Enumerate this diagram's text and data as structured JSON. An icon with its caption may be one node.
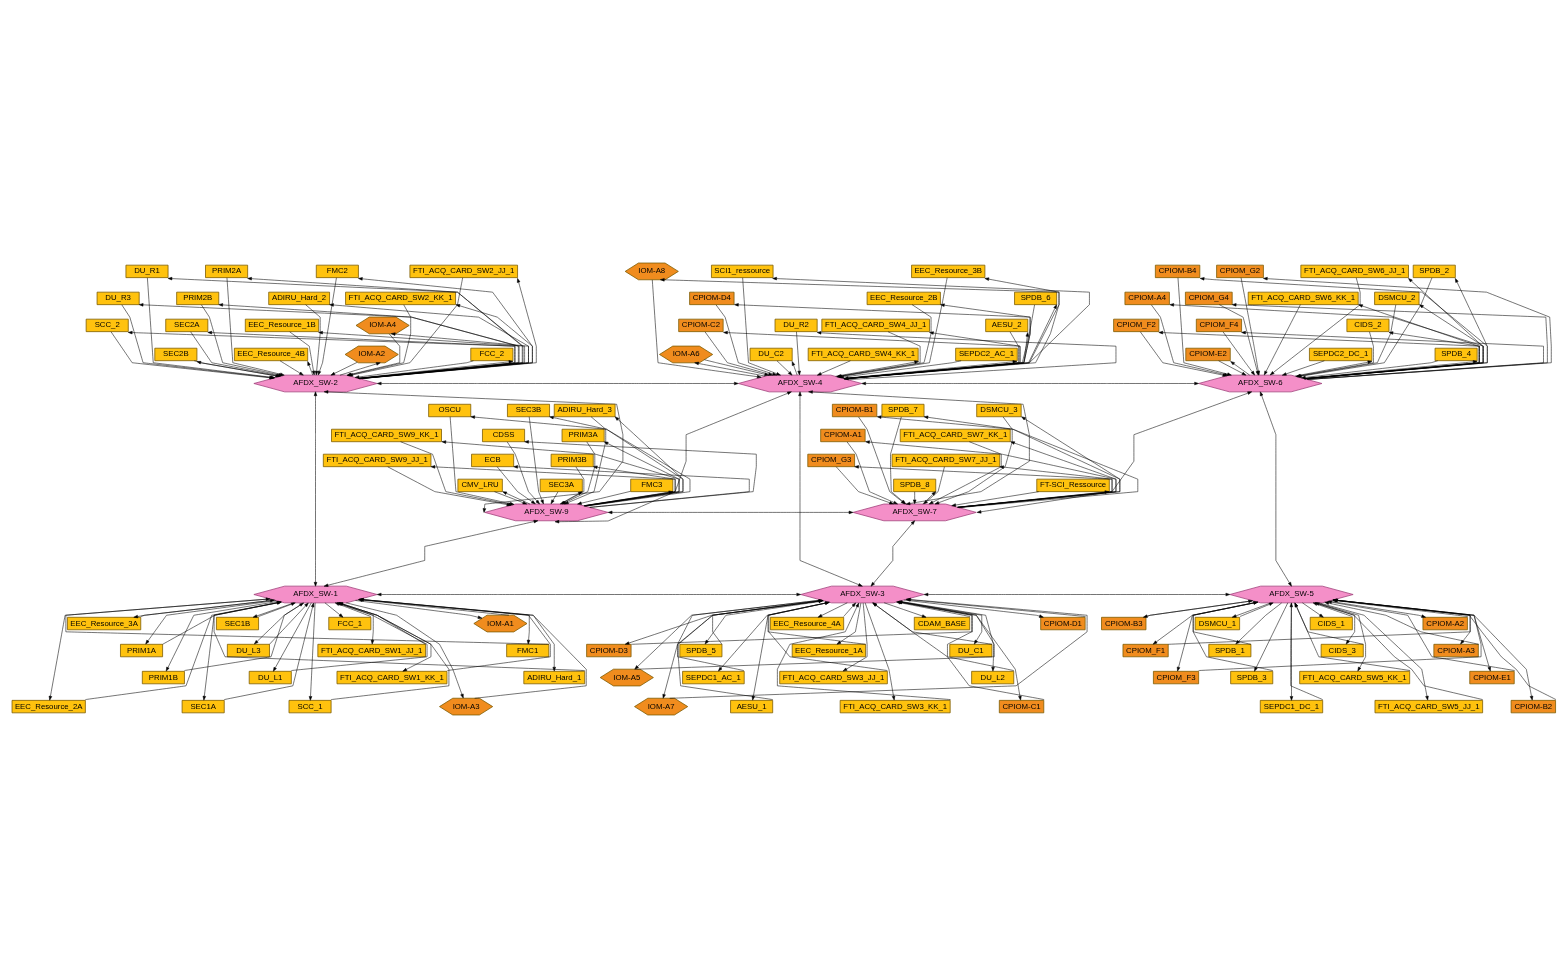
{
  "diagram": {
    "nodes": [
      {
        "text": [
          "SEC2B"
        ]
      },
      {
        "text": [
          "SEC2A"
        ]
      },
      {
        "text": [
          "PRIM2B"
        ]
      },
      {
        "text": [
          "PRIM2A"
        ]
      },
      {
        "text": [
          "EEC_Resource_4B"
        ]
      },
      {
        "text": [
          "EEC_Resource_1B"
        ]
      },
      {
        "text": [
          "ADIRU_Hard_2"
        ]
      },
      {
        "text": [
          "FMC2"
        ]
      },
      {
        "text": [
          "IOM-A2"
        ]
      },
      {
        "text": [
          "IOM-A4"
        ]
      },
      {
        "text": [
          "FTI_ACQ_CARD_SW2_KK_1"
        ]
      },
      {
        "text": [
          "FTI_ACQ_CARD_SW2_JJ_1"
        ]
      },
      {
        "text": [
          "FCC_2"
        ]
      },
      {
        "text": [
          "SCC_2"
        ]
      },
      {
        "text": [
          "DU_R3"
        ]
      },
      {
        "text": [
          "DU_R1"
        ]
      },
      {
        "text": [
          "FTI_ACQ_CARD_SW4_KK_1"
        ]
      },
      {
        "text": [
          "FTI_ACQ_CARD_SW4_JJ_1"
        ]
      },
      {
        "text": [
          "EEC_Resource_2B"
        ]
      },
      {
        "text": [
          "EEC_Resource_3B"
        ]
      },
      {
        "text": [
          "SEPDC2_AC_1"
        ]
      },
      {
        "text": [
          "AESU_2"
        ]
      },
      {
        "text": [
          "SPDB_6"
        ]
      },
      {
        "text": [
          "IOM-A8"
        ]
      },
      {
        "text": [
          "IOM-A6"
        ]
      },
      {
        "text": [
          "CPIOM-C2"
        ]
      },
      {
        "text": [
          "CPIOM-D4"
        ]
      },
      {
        "text": [
          "SCI1_ressource"
        ]
      },
      {
        "text": [
          "DU_C2"
        ]
      },
      {
        "text": [
          "DU_R2"
        ]
      },
      {
        "text": [
          "FTI_ACQ_CARD_SW6_KK_1"
        ]
      },
      {
        "text": [
          "FTI_ACQ_CARD_SW6_JJ_1"
        ]
      },
      {
        "text": [
          "SEPDC2_DC_1"
        ]
      },
      {
        "text": [
          "CIDS_2"
        ]
      },
      {
        "text": [
          "DSMCU_2"
        ]
      },
      {
        "text": [
          "SPDB_2"
        ]
      },
      {
        "text": [
          "SPDB_4"
        ]
      },
      {
        "text": [
          "CPIOM_F2"
        ]
      },
      {
        "text": [
          "CPIOM-A4"
        ]
      },
      {
        "text": [
          "CPIOM-B4"
        ]
      },
      {
        "text": [
          "CPIOM-E2"
        ]
      },
      {
        "text": [
          "CPIOM_F4"
        ]
      },
      {
        "text": [
          "CPIOM_G4"
        ]
      },
      {
        "text": [
          "CPIOM_G2"
        ]
      },
      {
        "text": [
          "AFDX_SW-2"
        ]
      },
      {
        "text": [
          "AFDX_SW-4"
        ]
      },
      {
        "text": [
          "AFDX_SW-6"
        ]
      },
      {
        "text": [
          "SEC3B"
        ]
      },
      {
        "text": [
          "SEC3A"
        ]
      },
      {
        "text": [
          "PRIM3B"
        ]
      },
      {
        "text": [
          "PRIM3A"
        ]
      },
      {
        "text": [
          "ADIRU_Hard_3"
        ]
      },
      {
        "text": [
          "FMC3"
        ]
      },
      {
        "text": [
          "FTI_ACQ_CARD_SW9_JJ_1"
        ]
      },
      {
        "text": [
          "FTI_ACQ_CARD_SW9_KK_1"
        ]
      },
      {
        "text": [
          "OSCU"
        ]
      },
      {
        "text": [
          "CMV_LRU"
        ]
      },
      {
        "text": [
          "ECB"
        ]
      },
      {
        "text": [
          "CDSS"
        ]
      },
      {
        "text": [
          "SPDB_7"
        ]
      },
      {
        "text": [
          "SPDB_8"
        ]
      },
      {
        "text": [
          "FTI_ACQ_CARD_SW7_JJ_1"
        ]
      },
      {
        "text": [
          "FTI_ACQ_CARD_SW7_KK_1"
        ]
      },
      {
        "text": [
          "DSMCU_3"
        ]
      },
      {
        "text": [
          "FT-SCI_Ressource"
        ]
      },
      {
        "text": [
          "CPIOM_G3"
        ]
      },
      {
        "text": [
          "CPIOM-A1"
        ]
      },
      {
        "text": [
          "CPIOM-B1"
        ]
      },
      {
        "text": [
          "AFDX_SW-9"
        ]
      },
      {
        "text": [
          "AFDX_SW-7"
        ]
      },
      {
        "text": [
          "AFDX_SW-1"
        ]
      },
      {
        "text": [
          "AFDX_SW-3"
        ]
      },
      {
        "text": [
          "AFDX_SW-5"
        ]
      },
      {
        "text": [
          "FMC1"
        ]
      },
      {
        "text": [
          "ADIRU_Hard_1"
        ]
      },
      {
        "text": [
          "EEC_Resource_2A"
        ]
      },
      {
        "text": [
          "EEC_Resource_3A"
        ]
      },
      {
        "text": [
          "PRIM1A"
        ]
      },
      {
        "text": [
          "PRIM1B"
        ]
      },
      {
        "text": [
          "SEC1A"
        ]
      },
      {
        "text": [
          "SEC1B"
        ]
      },
      {
        "text": [
          "DU_L3"
        ]
      },
      {
        "text": [
          "DU_L1"
        ]
      },
      {
        "text": [
          "SCC_1"
        ]
      },
      {
        "text": [
          "FCC_1"
        ]
      },
      {
        "text": [
          "FTI_ACQ_CARD_SW1_JJ_1"
        ]
      },
      {
        "text": [
          "FTI_ACQ_CARD_SW1_KK_1"
        ]
      },
      {
        "text": [
          "IOM-A3"
        ]
      },
      {
        "text": [
          "IOM-A1"
        ]
      },
      {
        "text": [
          "SPDB_5"
        ]
      },
      {
        "text": [
          "SEPDC1_AC_1"
        ]
      },
      {
        "text": [
          "AESU_1"
        ]
      },
      {
        "text": [
          "EEC_Resource_4A"
        ]
      },
      {
        "text": [
          "EEC_Resource_1A"
        ]
      },
      {
        "text": [
          "FTI_ACQ_CARD_SW3_JJ_1"
        ]
      },
      {
        "text": [
          "FTI_ACQ_CARD_SW3_KK_1"
        ]
      },
      {
        "text": [
          "CDAM_BASE"
        ]
      },
      {
        "text": [
          "DU_C1"
        ]
      },
      {
        "text": [
          "DU_L2"
        ]
      },
      {
        "text": [
          "CPIOM-C1"
        ]
      },
      {
        "text": [
          "CPIOM-D1"
        ]
      },
      {
        "text": [
          "CPIOM-D3"
        ]
      },
      {
        "text": [
          "IOM-A5"
        ]
      },
      {
        "text": [
          "IOM-A7"
        ]
      },
      {
        "text": [
          "DSMCU_1"
        ]
      },
      {
        "text": [
          "SPDB_1"
        ]
      },
      {
        "text": [
          "SPDB_3"
        ]
      },
      {
        "text": [
          "SEPDC1_DC_1"
        ]
      },
      {
        "text": [
          "CIDS_1"
        ]
      },
      {
        "text": [
          "CIDS_3"
        ]
      },
      {
        "text": [
          "FTI_ACQ_CARD_SW5_KK_1"
        ]
      },
      {
        "text": [
          "FTI_ACQ_CARD_SW5_JJ_1"
        ]
      },
      {
        "text": [
          "CPIOM-A2"
        ]
      },
      {
        "text": [
          "CPIOM-A3"
        ]
      },
      {
        "text": [
          "CPIOM-E1"
        ]
      },
      {
        "text": [
          "CPIOM-B2"
        ]
      },
      {
        "text": [
          "CPIOM-B3"
        ]
      },
      {
        "text": [
          "CPIOM_F1"
        ]
      },
      {
        "text": [
          "CPIOM_F3"
        ]
      }
    ],
    "edges": [
      {
        "from": 44,
        "to": 45,
        "arrow": "both"
      },
      {
        "from": 45,
        "to": 46,
        "arrow": "both"
      },
      {
        "from": 44,
        "to": 70,
        "arrow": "both"
      },
      {
        "from": 44,
        "to": 68,
        "arrow": "both"
      },
      {
        "from": 45,
        "to": 68,
        "arrow": "both"
      },
      {
        "from": 45,
        "to": 71,
        "arrow": "both"
      },
      {
        "from": 45,
        "to": 69,
        "arrow": "both"
      },
      {
        "from": 46,
        "to": 72,
        "arrow": "both"
      },
      {
        "from": 46,
        "to": 69,
        "arrow": "both"
      },
      {
        "from": 68,
        "to": 69,
        "arrow": "both"
      },
      {
        "from": 68,
        "to": 70,
        "arrow": "both"
      },
      {
        "from": 69,
        "to": 71,
        "arrow": "both"
      },
      {
        "from": 70,
        "to": 71,
        "arrow": "both"
      },
      {
        "from": 71,
        "to": 72,
        "arrow": "both"
      },
      {
        "from": 44,
        "to": 0,
        "arrow": "to"
      },
      {
        "from": 0,
        "to": 44,
        "arrow": "to"
      },
      {
        "from": 44,
        "to": 1,
        "arrow": "to"
      },
      {
        "from": 1,
        "to": 44,
        "arrow": "to"
      },
      {
        "from": 44,
        "to": 2,
        "arrow": "to"
      },
      {
        "from": 2,
        "to": 44,
        "arrow": "to"
      },
      {
        "from": 44,
        "to": 3,
        "arrow": "to"
      },
      {
        "from": 3,
        "to": 44,
        "arrow": "to"
      },
      {
        "from": 44,
        "to": 4,
        "arrow": "to"
      },
      {
        "from": 4,
        "to": 44,
        "arrow": "to"
      },
      {
        "from": 44,
        "to": 5,
        "arrow": "to"
      },
      {
        "from": 5,
        "to": 44,
        "arrow": "to"
      },
      {
        "from": 44,
        "to": 6,
        "arrow": "to"
      },
      {
        "from": 6,
        "to": 44,
        "arrow": "to"
      },
      {
        "from": 44,
        "to": 7,
        "arrow": "to"
      },
      {
        "from": 7,
        "to": 44,
        "arrow": "to"
      },
      {
        "from": 44,
        "to": 8,
        "arrow": "to"
      },
      {
        "from": 8,
        "to": 44,
        "arrow": "to"
      },
      {
        "from": 44,
        "to": 9,
        "arrow": "to"
      },
      {
        "from": 9,
        "to": 44,
        "arrow": "to"
      },
      {
        "from": 44,
        "to": 10,
        "arrow": "to"
      },
      {
        "from": 10,
        "to": 44,
        "arrow": "to"
      },
      {
        "from": 44,
        "to": 11,
        "arrow": "to"
      },
      {
        "from": 11,
        "to": 44,
        "arrow": "to"
      },
      {
        "from": 44,
        "to": 12,
        "arrow": "to"
      },
      {
        "from": 12,
        "to": 44,
        "arrow": "to"
      },
      {
        "from": 44,
        "to": 13,
        "arrow": "to"
      },
      {
        "from": 13,
        "to": 44,
        "arrow": "to"
      },
      {
        "from": 44,
        "to": 14,
        "arrow": "to"
      },
      {
        "from": 14,
        "to": 44,
        "arrow": "to"
      },
      {
        "from": 44,
        "to": 15,
        "arrow": "to"
      },
      {
        "from": 15,
        "to": 44,
        "arrow": "to"
      },
      {
        "from": 45,
        "to": 16,
        "arrow": "to"
      },
      {
        "from": 16,
        "to": 45,
        "arrow": "to"
      },
      {
        "from": 45,
        "to": 17,
        "arrow": "to"
      },
      {
        "from": 17,
        "to": 45,
        "arrow": "to"
      },
      {
        "from": 45,
        "to": 18,
        "arrow": "to"
      },
      {
        "from": 18,
        "to": 45,
        "arrow": "to"
      },
      {
        "from": 45,
        "to": 19,
        "arrow": "to"
      },
      {
        "from": 19,
        "to": 45,
        "arrow": "to"
      },
      {
        "from": 45,
        "to": 20,
        "arrow": "to"
      },
      {
        "from": 20,
        "to": 45,
        "arrow": "to"
      },
      {
        "from": 45,
        "to": 21,
        "arrow": "to"
      },
      {
        "from": 21,
        "to": 45,
        "arrow": "to"
      },
      {
        "from": 45,
        "to": 22,
        "arrow": "to"
      },
      {
        "from": 22,
        "to": 45,
        "arrow": "to"
      },
      {
        "from": 45,
        "to": 23,
        "arrow": "to"
      },
      {
        "from": 23,
        "to": 45,
        "arrow": "to"
      },
      {
        "from": 45,
        "to": 24,
        "arrow": "to"
      },
      {
        "from": 24,
        "to": 45,
        "arrow": "to"
      },
      {
        "from": 45,
        "to": 25,
        "arrow": "to"
      },
      {
        "from": 25,
        "to": 45,
        "arrow": "to"
      },
      {
        "from": 45,
        "to": 26,
        "arrow": "to"
      },
      {
        "from": 26,
        "to": 45,
        "arrow": "to"
      },
      {
        "from": 45,
        "to": 27,
        "arrow": "to"
      },
      {
        "from": 27,
        "to": 45,
        "arrow": "to"
      },
      {
        "from": 45,
        "to": 28,
        "arrow": "to"
      },
      {
        "from": 28,
        "to": 45,
        "arrow": "to"
      },
      {
        "from": 45,
        "to": 29,
        "arrow": "to"
      },
      {
        "from": 29,
        "to": 45,
        "arrow": "to"
      },
      {
        "from": 46,
        "to": 30,
        "arrow": "to"
      },
      {
        "from": 30,
        "to": 46,
        "arrow": "to"
      },
      {
        "from": 46,
        "to": 31,
        "arrow": "to"
      },
      {
        "from": 31,
        "to": 46,
        "arrow": "to"
      },
      {
        "from": 46,
        "to": 32,
        "arrow": "to"
      },
      {
        "from": 32,
        "to": 46,
        "arrow": "to"
      },
      {
        "from": 46,
        "to": 33,
        "arrow": "to"
      },
      {
        "from": 33,
        "to": 46,
        "arrow": "to"
      },
      {
        "from": 46,
        "to": 34,
        "arrow": "to"
      },
      {
        "from": 34,
        "to": 46,
        "arrow": "to"
      },
      {
        "from": 46,
        "to": 35,
        "arrow": "to"
      },
      {
        "from": 35,
        "to": 46,
        "arrow": "to"
      },
      {
        "from": 46,
        "to": 36,
        "arrow": "to"
      },
      {
        "from": 36,
        "to": 46,
        "arrow": "to"
      },
      {
        "from": 46,
        "to": 37,
        "arrow": "to"
      },
      {
        "from": 37,
        "to": 46,
        "arrow": "to"
      },
      {
        "from": 46,
        "to": 38,
        "arrow": "to"
      },
      {
        "from": 38,
        "to": 46,
        "arrow": "to"
      },
      {
        "from": 46,
        "to": 39,
        "arrow": "to"
      },
      {
        "from": 39,
        "to": 46,
        "arrow": "to"
      },
      {
        "from": 46,
        "to": 40,
        "arrow": "to"
      },
      {
        "from": 40,
        "to": 46,
        "arrow": "to"
      },
      {
        "from": 46,
        "to": 41,
        "arrow": "to"
      },
      {
        "from": 41,
        "to": 46,
        "arrow": "to"
      },
      {
        "from": 46,
        "to": 42,
        "arrow": "to"
      },
      {
        "from": 42,
        "to": 46,
        "arrow": "to"
      },
      {
        "from": 46,
        "to": 43,
        "arrow": "to"
      },
      {
        "from": 43,
        "to": 46,
        "arrow": "to"
      },
      {
        "from": 68,
        "to": 47,
        "arrow": "to"
      },
      {
        "from": 47,
        "to": 68,
        "arrow": "to"
      },
      {
        "from": 68,
        "to": 48,
        "arrow": "to"
      },
      {
        "from": 48,
        "to": 68,
        "arrow": "to"
      },
      {
        "from": 68,
        "to": 49,
        "arrow": "to"
      },
      {
        "from": 49,
        "to": 68,
        "arrow": "to"
      },
      {
        "from": 68,
        "to": 50,
        "arrow": "to"
      },
      {
        "from": 50,
        "to": 68,
        "arrow": "to"
      },
      {
        "from": 68,
        "to": 51,
        "arrow": "to"
      },
      {
        "from": 51,
        "to": 68,
        "arrow": "to"
      },
      {
        "from": 68,
        "to": 52,
        "arrow": "to"
      },
      {
        "from": 52,
        "to": 68,
        "arrow": "to"
      },
      {
        "from": 68,
        "to": 53,
        "arrow": "to"
      },
      {
        "from": 53,
        "to": 68,
        "arrow": "to"
      },
      {
        "from": 68,
        "to": 54,
        "arrow": "to"
      },
      {
        "from": 54,
        "to": 68,
        "arrow": "to"
      },
      {
        "from": 68,
        "to": 55,
        "arrow": "to"
      },
      {
        "from": 55,
        "to": 68,
        "arrow": "to"
      },
      {
        "from": 68,
        "to": 56,
        "arrow": "to"
      },
      {
        "from": 56,
        "to": 68,
        "arrow": "to"
      },
      {
        "from": 68,
        "to": 57,
        "arrow": "to"
      },
      {
        "from": 57,
        "to": 68,
        "arrow": "to"
      },
      {
        "from": 68,
        "to": 58,
        "arrow": "to"
      },
      {
        "from": 58,
        "to": 68,
        "arrow": "to"
      },
      {
        "from": 69,
        "to": 59,
        "arrow": "to"
      },
      {
        "from": 59,
        "to": 69,
        "arrow": "to"
      },
      {
        "from": 69,
        "to": 60,
        "arrow": "to"
      },
      {
        "from": 60,
        "to": 69,
        "arrow": "to"
      },
      {
        "from": 69,
        "to": 61,
        "arrow": "to"
      },
      {
        "from": 61,
        "to": 69,
        "arrow": "to"
      },
      {
        "from": 69,
        "to": 62,
        "arrow": "to"
      },
      {
        "from": 62,
        "to": 69,
        "arrow": "to"
      },
      {
        "from": 69,
        "to": 63,
        "arrow": "to"
      },
      {
        "from": 63,
        "to": 69,
        "arrow": "to"
      },
      {
        "from": 69,
        "to": 64,
        "arrow": "to"
      },
      {
        "from": 64,
        "to": 69,
        "arrow": "to"
      },
      {
        "from": 69,
        "to": 65,
        "arrow": "to"
      },
      {
        "from": 65,
        "to": 69,
        "arrow": "to"
      },
      {
        "from": 69,
        "to": 66,
        "arrow": "to"
      },
      {
        "from": 66,
        "to": 69,
        "arrow": "to"
      },
      {
        "from": 69,
        "to": 67,
        "arrow": "to"
      },
      {
        "from": 67,
        "to": 69,
        "arrow": "to"
      },
      {
        "from": 70,
        "to": 73,
        "arrow": "to"
      },
      {
        "from": 73,
        "to": 70,
        "arrow": "to"
      },
      {
        "from": 70,
        "to": 74,
        "arrow": "to"
      },
      {
        "from": 74,
        "to": 70,
        "arrow": "to"
      },
      {
        "from": 70,
        "to": 75,
        "arrow": "to"
      },
      {
        "from": 75,
        "to": 70,
        "arrow": "to"
      },
      {
        "from": 70,
        "to": 76,
        "arrow": "to"
      },
      {
        "from": 76,
        "to": 70,
        "arrow": "to"
      },
      {
        "from": 70,
        "to": 77,
        "arrow": "to"
      },
      {
        "from": 77,
        "to": 70,
        "arrow": "to"
      },
      {
        "from": 70,
        "to": 78,
        "arrow": "to"
      },
      {
        "from": 78,
        "to": 70,
        "arrow": "to"
      },
      {
        "from": 70,
        "to": 79,
        "arrow": "to"
      },
      {
        "from": 79,
        "to": 70,
        "arrow": "to"
      },
      {
        "from": 70,
        "to": 80,
        "arrow": "to"
      },
      {
        "from": 80,
        "to": 70,
        "arrow": "to"
      },
      {
        "from": 70,
        "to": 81,
        "arrow": "to"
      },
      {
        "from": 81,
        "to": 70,
        "arrow": "to"
      },
      {
        "from": 70,
        "to": 82,
        "arrow": "to"
      },
      {
        "from": 82,
        "to": 70,
        "arrow": "to"
      },
      {
        "from": 70,
        "to": 83,
        "arrow": "to"
      },
      {
        "from": 83,
        "to": 70,
        "arrow": "to"
      },
      {
        "from": 70,
        "to": 84,
        "arrow": "to"
      },
      {
        "from": 84,
        "to": 70,
        "arrow": "to"
      },
      {
        "from": 70,
        "to": 85,
        "arrow": "to"
      },
      {
        "from": 85,
        "to": 70,
        "arrow": "to"
      },
      {
        "from": 70,
        "to": 86,
        "arrow": "to"
      },
      {
        "from": 86,
        "to": 70,
        "arrow": "to"
      },
      {
        "from": 70,
        "to": 87,
        "arrow": "to"
      },
      {
        "from": 87,
        "to": 70,
        "arrow": "to"
      },
      {
        "from": 70,
        "to": 88,
        "arrow": "to"
      },
      {
        "from": 88,
        "to": 70,
        "arrow": "to"
      },
      {
        "from": 71,
        "to": 89,
        "arrow": "to"
      },
      {
        "from": 89,
        "to": 71,
        "arrow": "to"
      },
      {
        "from": 71,
        "to": 90,
        "arrow": "to"
      },
      {
        "from": 90,
        "to": 71,
        "arrow": "to"
      },
      {
        "from": 71,
        "to": 91,
        "arrow": "to"
      },
      {
        "from": 91,
        "to": 71,
        "arrow": "to"
      },
      {
        "from": 71,
        "to": 92,
        "arrow": "to"
      },
      {
        "from": 92,
        "to": 71,
        "arrow": "to"
      },
      {
        "from": 71,
        "to": 93,
        "arrow": "to"
      },
      {
        "from": 93,
        "to": 71,
        "arrow": "to"
      },
      {
        "from": 71,
        "to": 94,
        "arrow": "to"
      },
      {
        "from": 94,
        "to": 71,
        "arrow": "to"
      },
      {
        "from": 71,
        "to": 95,
        "arrow": "to"
      },
      {
        "from": 95,
        "to": 71,
        "arrow": "to"
      },
      {
        "from": 71,
        "to": 96,
        "arrow": "to"
      },
      {
        "from": 96,
        "to": 71,
        "arrow": "to"
      },
      {
        "from": 71,
        "to": 97,
        "arrow": "to"
      },
      {
        "from": 97,
        "to": 71,
        "arrow": "to"
      },
      {
        "from": 71,
        "to": 98,
        "arrow": "to"
      },
      {
        "from": 98,
        "to": 71,
        "arrow": "to"
      },
      {
        "from": 71,
        "to": 99,
        "arrow": "to"
      },
      {
        "from": 99,
        "to": 71,
        "arrow": "to"
      },
      {
        "from": 71,
        "to": 100,
        "arrow": "to"
      },
      {
        "from": 100,
        "to": 71,
        "arrow": "to"
      },
      {
        "from": 71,
        "to": 101,
        "arrow": "to"
      },
      {
        "from": 101,
        "to": 71,
        "arrow": "to"
      },
      {
        "from": 71,
        "to": 102,
        "arrow": "to"
      },
      {
        "from": 102,
        "to": 71,
        "arrow": "to"
      },
      {
        "from": 71,
        "to": 103,
        "arrow": "to"
      },
      {
        "from": 103,
        "to": 71,
        "arrow": "to"
      },
      {
        "from": 72,
        "to": 104,
        "arrow": "to"
      },
      {
        "from": 104,
        "to": 72,
        "arrow": "to"
      },
      {
        "from": 72,
        "to": 105,
        "arrow": "to"
      },
      {
        "from": 105,
        "to": 72,
        "arrow": "to"
      },
      {
        "from": 72,
        "to": 106,
        "arrow": "to"
      },
      {
        "from": 106,
        "to": 72,
        "arrow": "to"
      },
      {
        "from": 72,
        "to": 107,
        "arrow": "to"
      },
      {
        "from": 107,
        "to": 72,
        "arrow": "to"
      },
      {
        "from": 72,
        "to": 108,
        "arrow": "to"
      },
      {
        "from": 108,
        "to": 72,
        "arrow": "to"
      },
      {
        "from": 72,
        "to": 109,
        "arrow": "to"
      },
      {
        "from": 109,
        "to": 72,
        "arrow": "to"
      },
      {
        "from": 72,
        "to": 110,
        "arrow": "to"
      },
      {
        "from": 110,
        "to": 72,
        "arrow": "to"
      },
      {
        "from": 72,
        "to": 111,
        "arrow": "to"
      },
      {
        "from": 111,
        "to": 72,
        "arrow": "to"
      },
      {
        "from": 72,
        "to": 112,
        "arrow": "to"
      },
      {
        "from": 112,
        "to": 72,
        "arrow": "to"
      },
      {
        "from": 72,
        "to": 113,
        "arrow": "to"
      },
      {
        "from": 113,
        "to": 72,
        "arrow": "to"
      },
      {
        "from": 72,
        "to": 114,
        "arrow": "to"
      },
      {
        "from": 114,
        "to": 72,
        "arrow": "to"
      },
      {
        "from": 72,
        "to": 115,
        "arrow": "to"
      },
      {
        "from": 115,
        "to": 72,
        "arrow": "to"
      },
      {
        "from": 72,
        "to": 116,
        "arrow": "to"
      },
      {
        "from": 116,
        "to": 72,
        "arrow": "to"
      },
      {
        "from": 72,
        "to": 117,
        "arrow": "to"
      },
      {
        "from": 117,
        "to": 72,
        "arrow": "to"
      },
      {
        "from": 72,
        "to": 118,
        "arrow": "to"
      },
      {
        "from": 118,
        "to": 72,
        "arrow": "to"
      }
    ]
  }
}
